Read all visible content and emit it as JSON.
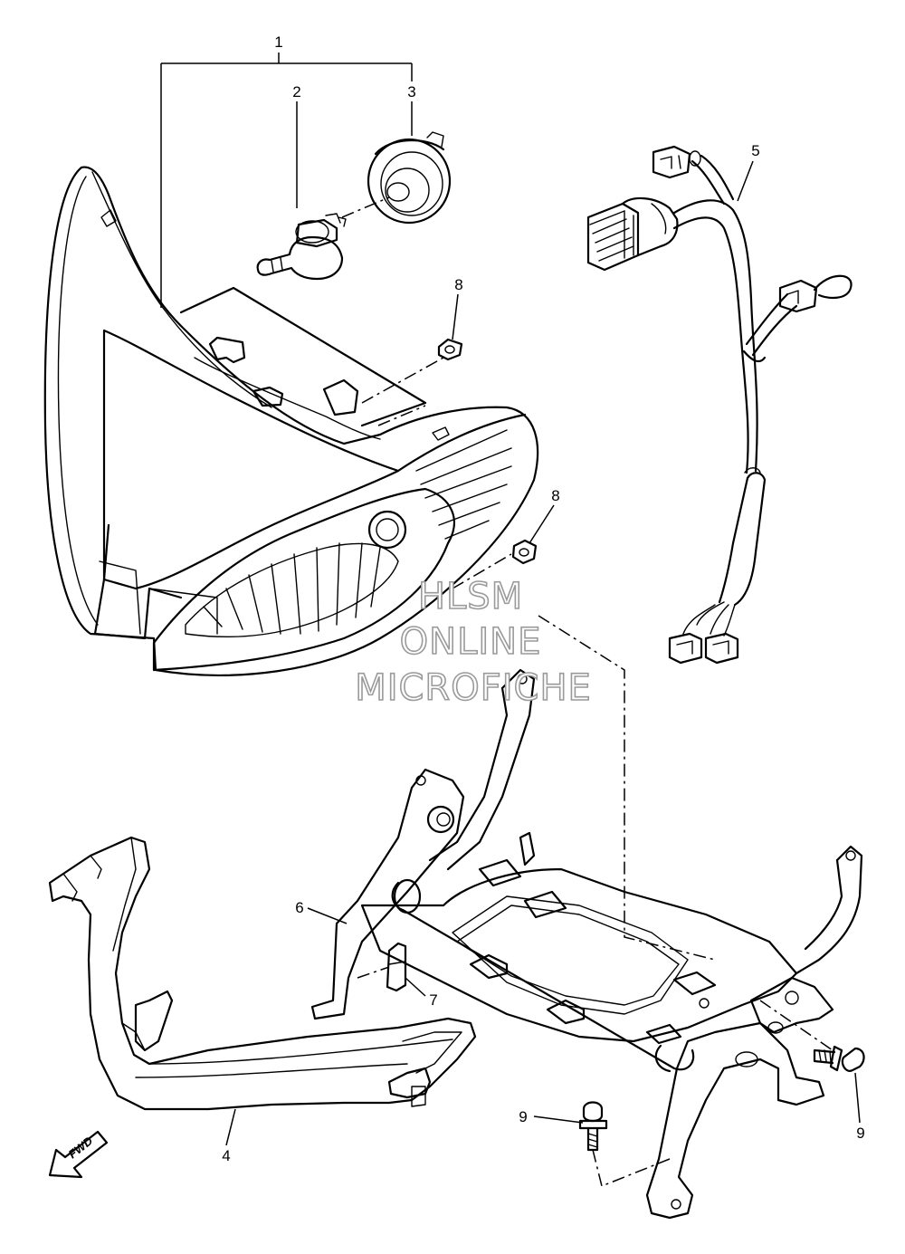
{
  "callouts": {
    "c1": "1",
    "c2": "2",
    "c3": "3",
    "c4": "4",
    "c5": "5",
    "c6": "6",
    "c7": "7",
    "c8a": "8",
    "c8b": "8",
    "c9a": "9",
    "c9b": "9"
  },
  "fwd_arrow": {
    "label": "FWD"
  },
  "watermark": {
    "line1": "HLSM",
    "line2": "ONLINE",
    "line3": "MICROFICHE"
  }
}
